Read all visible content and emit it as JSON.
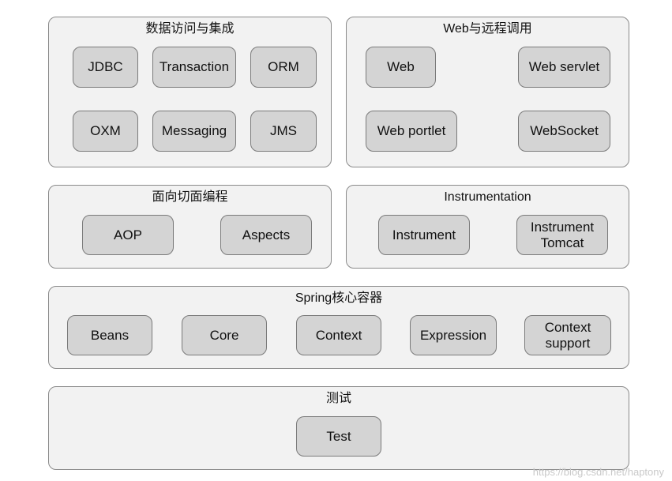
{
  "layers": {
    "data_access": {
      "title": "数据访问与集成",
      "modules": [
        "JDBC",
        "Transaction",
        "ORM",
        "OXM",
        "Messaging",
        "JMS"
      ]
    },
    "web": {
      "title": "Web与远程调用",
      "modules": [
        "Web",
        "Web servlet",
        "Web portlet",
        "WebSocket"
      ]
    },
    "aop": {
      "title": "面向切面编程",
      "modules": [
        "AOP",
        "Aspects"
      ]
    },
    "instrumentation": {
      "title": "Instrumentation",
      "modules": [
        "Instrument",
        "Instrument\nTomcat"
      ]
    },
    "core_container": {
      "title": "Spring核心容器",
      "modules": [
        "Beans",
        "Core",
        "Context",
        "Expression",
        "Context\nsupport"
      ]
    },
    "test": {
      "title": "测试",
      "modules": [
        "Test"
      ]
    }
  },
  "watermark": "https://blog.csdn.net/haptony"
}
